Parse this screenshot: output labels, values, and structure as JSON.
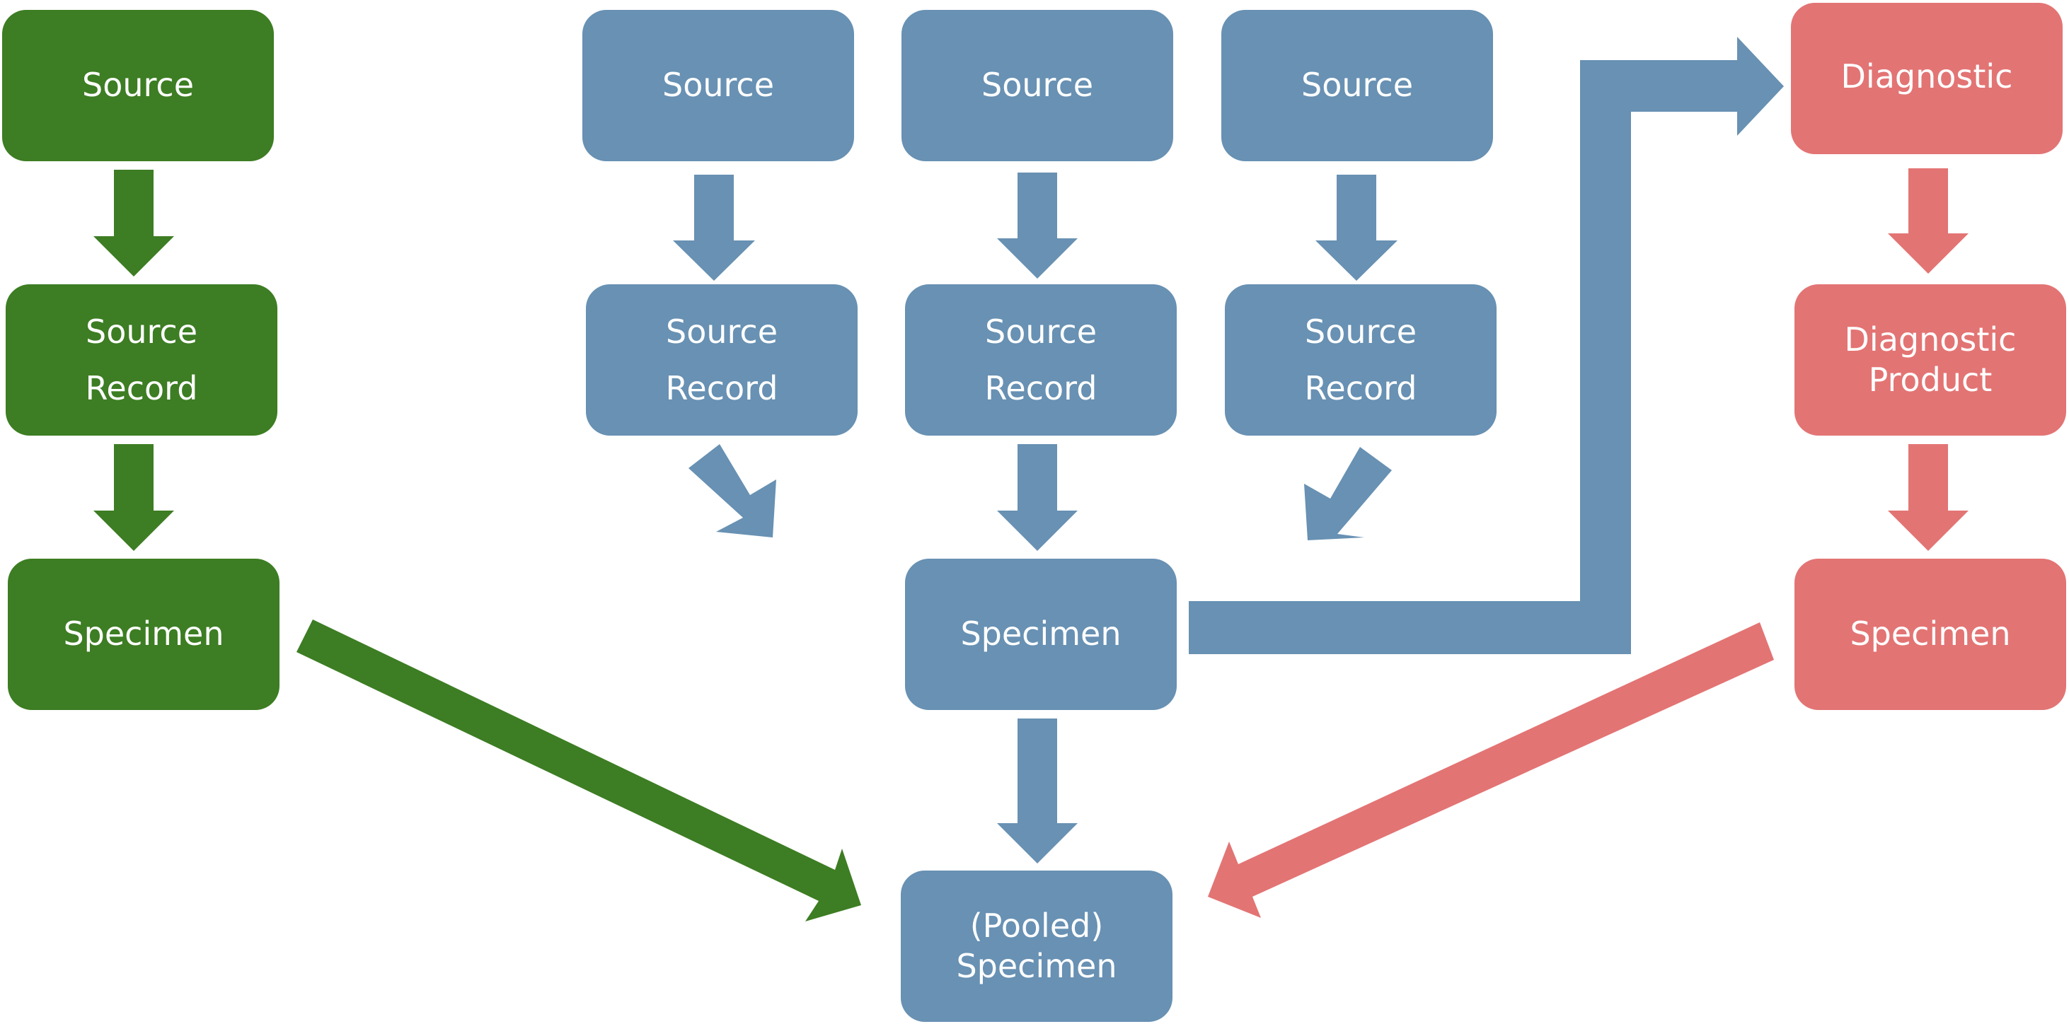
{
  "colors": {
    "green": "#3d7d23",
    "blue": "#6891b3",
    "red": "#e37474"
  },
  "green": {
    "source": "Source",
    "source_record": [
      "Source",
      "Record"
    ],
    "specimen": "Specimen"
  },
  "blue": {
    "source_1": "Source",
    "source_2": "Source",
    "source_3": "Source",
    "source_record_1": [
      "Source",
      "Record"
    ],
    "source_record_2": [
      "Source",
      "Record"
    ],
    "source_record_3": [
      "Source",
      "Record"
    ],
    "specimen": "Specimen",
    "pooled_specimen": [
      "(Pooled)",
      "Specimen"
    ]
  },
  "red": {
    "diagnostic": "Diagnostic",
    "diagnostic_product": [
      "Diagnostic",
      "Product"
    ],
    "specimen": "Specimen"
  }
}
